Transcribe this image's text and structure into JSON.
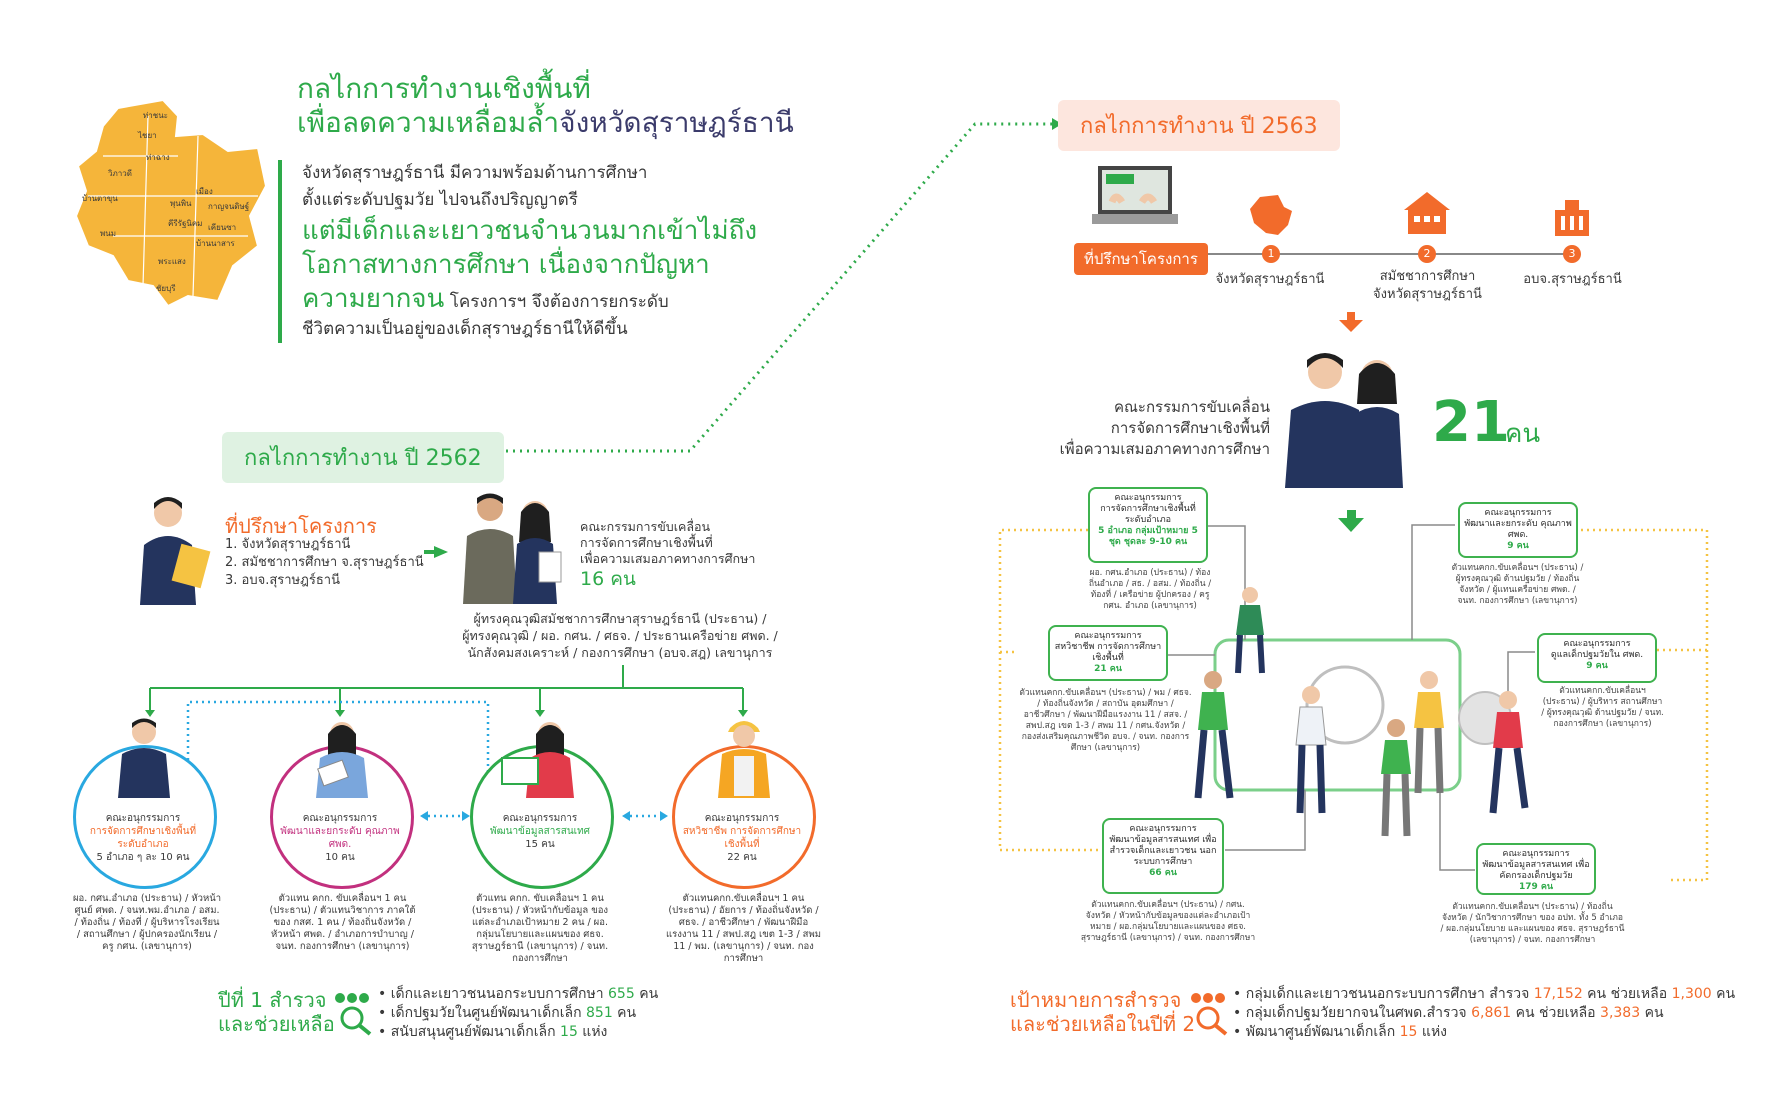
{
  "header": {
    "title_line1": "กลไกการทำงานเชิงพื้นที่",
    "title_line2_green": "เพื่อลดความเหลื่อมล้ำ",
    "title_line2_dark": "จังหวัดสุราษฎร์ธานี",
    "intro_line1": "จังหวัดสุราษฎร์ธานี มีความพร้อมด้านการศึกษา",
    "intro_line2": "ตั้งแต่ระดับปฐมวัย ไปจนถึงปริญญาตรี",
    "intro_line3": "แต่มีเด็กและเยาวชนจำนวนมากเข้าไม่ถึง",
    "intro_line4": "โอกาสทางการศึกษา เนื่องจากปัญหา",
    "intro_line5_big": "ความยากจน",
    "intro_line5_small": " โครงการฯ จึงต้องการยกระดับ",
    "intro_line6": "ชีวิตความเป็นอยู่ของเด็กสุราษฎร์ธานีให้ดีขึ้น"
  },
  "map": {
    "districts": [
      "ท่าชนะ",
      "ไชยา",
      "ท่าฉาง",
      "วิภาวดี",
      "บ้านตาขุน",
      "พุนพิน",
      "เมือง",
      "กาญจนดิษฐ์",
      "พนม",
      "คีรีรัฐนิคม",
      "เคียนซา",
      "บ้านนาสาร",
      "พระแสง",
      "ชัยบุรี"
    ]
  },
  "y2562": {
    "label": "กลไกการทำงาน ปี 2562",
    "advisor_title": "ที่ปรึกษาโครงการ",
    "advisor_items": [
      "1. จังหวัดสุราษฎร์ธานี",
      "2. สมัชชาการศึกษา จ.สุราษฎร์ธานี",
      "3. อบจ.สุราษฎร์ธานี"
    ],
    "committee_line1": "คณะกรรมการขับเคลื่อน",
    "committee_line2": "การจัดการศึกษาเชิงพื้นที่",
    "committee_line3": "เพื่อความเสมอภาคทางการศึกษา",
    "committee_count": "16 คน",
    "members_line1": "ผู้ทรงคุณวุฒิสมัชชาการศึกษาสุราษฎร์ธานี (ประธาน) /",
    "members_line2": "ผู้ทรงคุณวุฒิ / ผอ. กศน. / ศธจ. / ประธานเครือข่าย ศพด. /",
    "members_line3": "นักสังคมสงเคราะห์ / กองการศึกษา (อบจ.สฎ) เลขานุการ",
    "subs": [
      {
        "title": "คณะอนุกรรมการ",
        "name": "การจัดการศึกษาเชิงพื้นที่ ระดับอำเภอ",
        "count": "5 อำเภอ ๆ ละ 10 คน",
        "color": "#29a8e0",
        "note": "ผอ. กศน.อำเภอ (ประธาน) / หัวหน้าศูนย์ ศพด. / จนท.พม.อำเภอ / อสม. / ท้องถิ่น / ท้องที่ / ผู้บริหารโรงเรียน / สถานศึกษา / ผู้ปกครองนักเรียน / ครู กศน. (เลขานุการ)"
      },
      {
        "title": "คณะอนุกรรมการ",
        "name": "พัฒนาและยกระดับ คุณภาพ ศพด.",
        "count": "10 คน",
        "color": "#c2307e",
        "note": "ตัวแทน คกก. ขับเคลื่อนฯ 1 คน (ประธาน) / ตัวแทนวิชาการ ภาคใต้ของ กสศ. 1 คน / ท้องถิ่นจังหวัด / หัวหน้า ศพด. / อำเภอการบำบาญ / จนท. กองการศึกษา (เลขานุการ)"
      },
      {
        "title": "คณะอนุกรรมการ",
        "name": "พัฒนาข้อมูลสารสนเทศ",
        "count": "15 คน",
        "color": "#2eaa4a",
        "note": "ตัวแทน คกก. ขับเคลื่อนฯ 1 คน (ประธาน) / หัวหน้ากับข้อมูล ของแต่ละอำเภอเป้าหมาย 2 คน / ผอ. กลุ่มนโยบายและแผนของ ศธจ. สุราษฎร์ธานี (เลขานุการ) / จนท. กองการศึกษา"
      },
      {
        "title": "คณะอนุกรรมการ",
        "name": "สหวิชาชีพ การจัดการศึกษาเชิงพื้นที่",
        "count": "22 คน",
        "color": "#f26b2b",
        "note": "ตัวแทนคกก.ขับเคลื่อนฯ 1 คน (ประธาน) / อัยการ / ท้องถิ่นจังหวัด / ศธจ. / อาชีวศึกษา / พัฒนาฝีมือแรงงาน 11 / สพป.สฎ เขต 1-3 / สพม 11 / พม. (เลขานุการ) / จนท. กองการศึกษา"
      }
    ],
    "goal_title1": "ปีที่ 1 สำรวจ",
    "goal_title2": "และช่วยเหลือ",
    "goals": [
      {
        "text": "เด็กและเยาวชนนอกระบบการศึกษา ",
        "num": "655",
        "unit": " คน"
      },
      {
        "text": "เด็กปฐมวัยในศูนย์พัฒนาเด็กเล็ก ",
        "num": "851",
        "unit": " คน"
      },
      {
        "text": "สนับสนุนศูนย์พัฒนาเด็กเล็ก ",
        "num": "15",
        "unit": " แห่ง"
      }
    ]
  },
  "y2563": {
    "label": "กลไกการทำงาน ปี 2563",
    "advisor_tag": "ที่ปรึกษาโครงการ",
    "steps": [
      {
        "num": "1",
        "label1": "จังหวัดสุราษฎร์ธานี",
        "label2": ""
      },
      {
        "num": "2",
        "label1": "สมัชชาการศึกษา",
        "label2": "จังหวัดสุราษฎร์ธานี"
      },
      {
        "num": "3",
        "label1": "อบจ.สุราษฎร์ธานี",
        "label2": ""
      }
    ],
    "committee_line1": "คณะกรรมการขับเคลื่อน",
    "committee_line2": "การจัดการศึกษาเชิงพื้นที่",
    "committee_line3": "เพื่อความเสมอภาคทางการศึกษา",
    "committee_num": "21",
    "committee_unit": "คน",
    "cards": [
      {
        "t": "คณะอนุกรรมการ",
        "n": "การจัดการศึกษาเชิงพื้นที่ ระดับอำเภอ",
        "c": "5 อำเภอ กลุ่มเป้าหมาย 5 ชุด ชุดละ 9-10 คน",
        "note": "ผอ. กศน.อำเภอ (ประธาน) / ท้องถิ่นอำเภอ / สธ. / อสม. / ท้องถิ่น / ท้องที่ / เครือข่าย ผู้ปกครอง / ครู กศน. อำเภอ (เลขานุการ)"
      },
      {
        "t": "คณะอนุกรรมการ",
        "n": "พัฒนาและยกระดับ คุณภาพ ศพด.",
        "c": "9 คน",
        "note": "ตัวแทนคกก.ขับเคลื่อนฯ (ประธาน) / ผู้ทรงคุณวุฒิ ด้านปฐมวัย / ท้องถิ่นจังหวัด / ผู้แทนเครือข่าย ศพด. / จนท. กองการศึกษา (เลขานุการ)"
      },
      {
        "t": "คณะอนุกรรมการ",
        "n": "สหวิชาชีพ การจัดการศึกษาเชิงพื้นที่",
        "c": "21 คน",
        "note": "ตัวแทนคกก.ขับเคลื่อนฯ (ประธาน) / พม / ศธจ. / ท้องถิ่นจังหวัด / สถาบัน อุดมศึกษา / อาชีวศึกษา / พัฒนาฝีมือแรงงาน 11 / สสจ. / สพป.สฎ เขต 1-3 / สพม 11 / กศน.จังหวัด / กองส่งเสริมคุณภาพชีวิต อบจ. / จนท. กองการศึกษา (เลขานุการ)"
      },
      {
        "t": "คณะอนุกรรมการ",
        "n": "ดูแลเด็กปฐมวัยใน ศพด.",
        "c": "9 คน",
        "note": "ตัวแทนคกก.ขับเคลื่อนฯ (ประธาน) / ผู้บริหาร สถานศึกษา / ผู้ทรงคุณวุฒิ ด้านปฐมวัย / จนท. กองการศึกษา (เลขานุการ)"
      },
      {
        "t": "คณะอนุกรรมการ",
        "n": "พัฒนาข้อมูลสารสนเทศ เพื่อสำรวจเด็กและเยาวชน นอกระบบการศึกษา",
        "c": "66 คน",
        "note": "ตัวแทนคกก.ขับเคลื่อนฯ (ประธาน) / กศน. จังหวัด / หัวหน้ากับข้อมูลของแต่ละอำเภอเป้าหมาย / ผอ.กลุ่มนโยบายและแผนของ ศธจ. สุราษฎร์ธานี (เลขานุการ) / จนท. กองการศึกษา"
      },
      {
        "t": "คณะอนุกรรมการ",
        "n": "พัฒนาข้อมูลสารสนเทศ เพื่อคัดกรองเด็กปฐมวัย",
        "c": "179 คน",
        "note": "ตัวแทนคกก.ขับเคลื่อนฯ (ประธาน) / ท้องถิ่นจังหวัด / นักวิชาการศึกษา ของ อปท. ทั้ง 5 อำเภอ / ผอ.กลุ่มนโยบาย และแผนของ ศธจ. สุราษฎร์ธานี (เลขานุการ) / จนท. กองการศึกษา"
      }
    ],
    "goal_title1": "เป้าหมายการสำรวจ",
    "goal_title2": "และช่วยเหลือในปีที่ 2",
    "goals": [
      {
        "text": "กลุ่มเด็กและเยาวชนนอกระบบการศึกษา สำรวจ ",
        "num": "17,152",
        "mid": " คน ช่วยเหลือ ",
        "num2": "1,300",
        "unit": " คน"
      },
      {
        "text": "กลุ่มเด็กปฐมวัยยากจนในศพด.สำรวจ ",
        "num": "6,861",
        "mid": " คน ช่วยเหลือ ",
        "num2": "3,383",
        "unit": " คน"
      },
      {
        "text": "พัฒนาศูนย์พัฒนาเด็กเล็ก ",
        "num": "15",
        "mid": "",
        "num2": "",
        "unit": " แห่ง"
      }
    ]
  },
  "colors": {
    "green": "#2eaa4a",
    "orange": "#f26b2b",
    "navy": "#24345e",
    "blue": "#29a8e0",
    "magenta": "#c2307e",
    "gold": "#f5c342"
  },
  "icons": [
    "person-icon",
    "arrow-right-icon",
    "laptop-icon",
    "map-icon",
    "school-icon",
    "building-icon",
    "arrow-down-icon",
    "group-search-icon"
  ]
}
